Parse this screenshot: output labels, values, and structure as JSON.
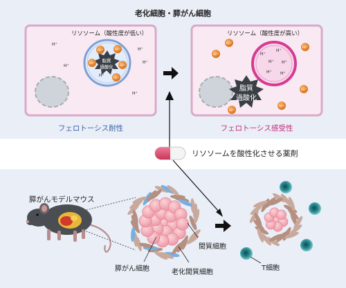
{
  "top_panel": {
    "title": "老化細胞・膵がん細胞",
    "left_cell": {
      "lysosome_label": "リソソーム（酸性度が低い）",
      "burst_label_line1": "脂質",
      "burst_label_line2": "過酸化",
      "caption": "フェロトーシス耐性",
      "caption_color": "#3d63a8"
    },
    "right_cell": {
      "lysosome_label": "リソソーム（酸性度が高い）",
      "burst_label_line1": "脂質",
      "burst_label_line2": "過酸化",
      "caption": "フェロトーシス感受性",
      "caption_color": "#c8287a"
    },
    "ion_fe": "Fe²⁺",
    "ion_h": "H⁺"
  },
  "drug": {
    "label": "リソソームを酸性化させる薬剤"
  },
  "bottom_panel": {
    "mouse_label": "膵がんモデルマウス",
    "stromal_label": "間質細胞",
    "cancer_label": "膵がん細胞",
    "senescent_stromal_label": "老化間質細胞",
    "tcell_label": "T細胞"
  },
  "colors": {
    "panel_bg": "#e9eef7",
    "cell_fill": "#f9e9f2",
    "cell_border": "#d9a9c8",
    "lyso_left_ring": "#7da0d6",
    "lyso_right_ring": "#d43c92",
    "iron": "#e8862a",
    "tumor": "#f2a9b4",
    "tcell": "#3fa7a8"
  }
}
